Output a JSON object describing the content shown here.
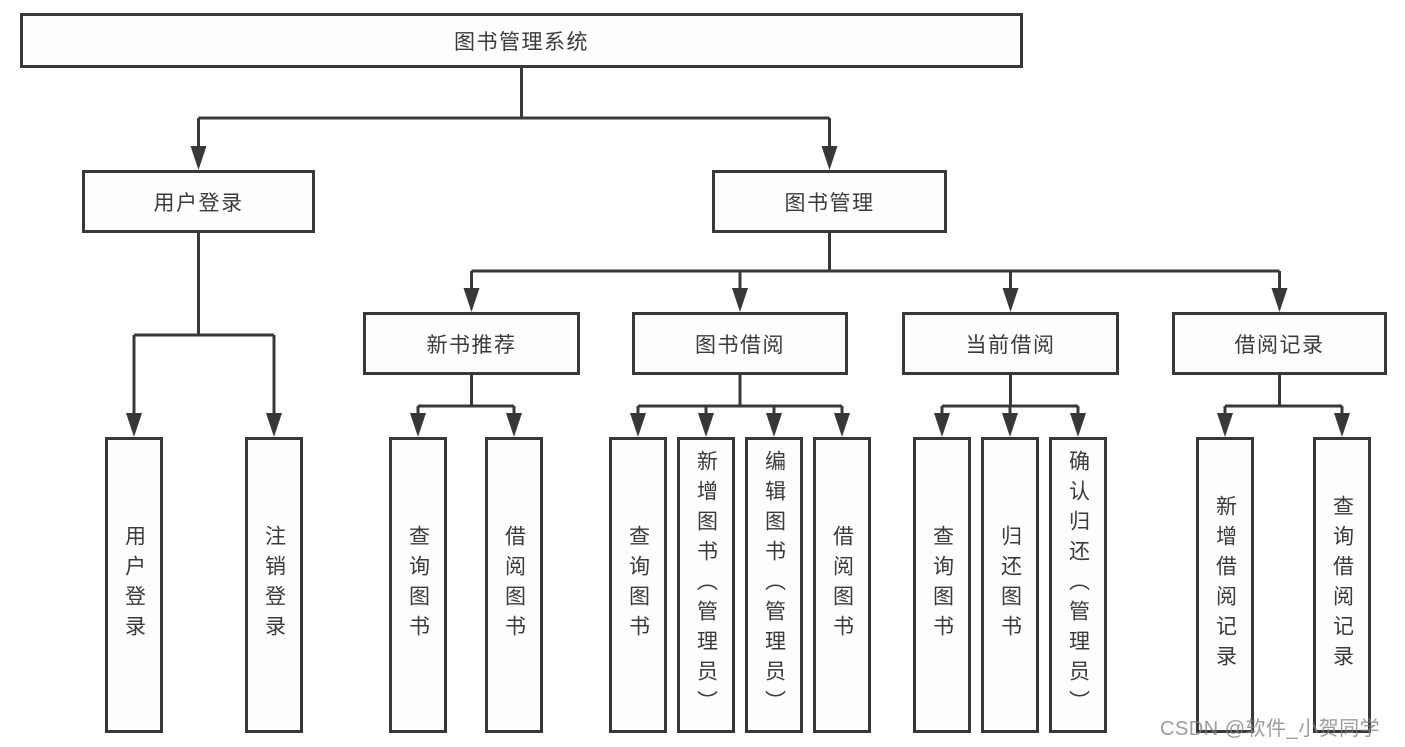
{
  "diagram": {
    "root": {
      "label": "图书管理系统"
    },
    "level2": [
      {
        "label": "用户登录"
      },
      {
        "label": "图书管理"
      }
    ],
    "level3": [
      {
        "label": "新书推荐",
        "parent": "图书管理"
      },
      {
        "label": "图书借阅",
        "parent": "图书管理"
      },
      {
        "label": "当前借阅",
        "parent": "图书管理"
      },
      {
        "label": "借阅记录",
        "parent": "图书管理"
      }
    ],
    "leaves": [
      {
        "label": "用户登录",
        "parent": "用户登录"
      },
      {
        "label": "注销登录",
        "parent": "用户登录"
      },
      {
        "label": "查询图书",
        "parent": "新书推荐"
      },
      {
        "label": "借阅图书",
        "parent": "新书推荐"
      },
      {
        "label": "查询图书",
        "parent": "图书借阅"
      },
      {
        "label": "新增图书（管理员）",
        "parent": "图书借阅"
      },
      {
        "label": "编辑图书（管理员）",
        "parent": "图书借阅"
      },
      {
        "label": "借阅图书",
        "parent": "图书借阅"
      },
      {
        "label": "查询图书",
        "parent": "当前借阅"
      },
      {
        "label": "归还图书",
        "parent": "当前借阅"
      },
      {
        "label": "确认归还（管理员）",
        "parent": "当前借阅"
      },
      {
        "label": "新增借阅记录",
        "parent": "借阅记录"
      },
      {
        "label": "查询借阅记录",
        "parent": "借阅记录"
      }
    ]
  },
  "watermark": {
    "text": "CSDN @软件_小贺同学"
  },
  "colors": {
    "line": "#383838",
    "box_border": "#383838",
    "text": "#3a3a3a",
    "background": "#ffffff",
    "watermark": "#808080"
  }
}
